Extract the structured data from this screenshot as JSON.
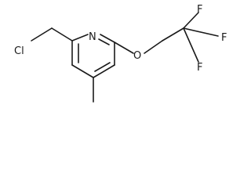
{
  "molecule": {
    "atoms": {
      "chlorine": "Cl",
      "nitrogen": "N",
      "oxygen": "O",
      "fluorine_top": "F",
      "fluorine_right": "F",
      "fluorine_bottom": "F"
    }
  }
}
